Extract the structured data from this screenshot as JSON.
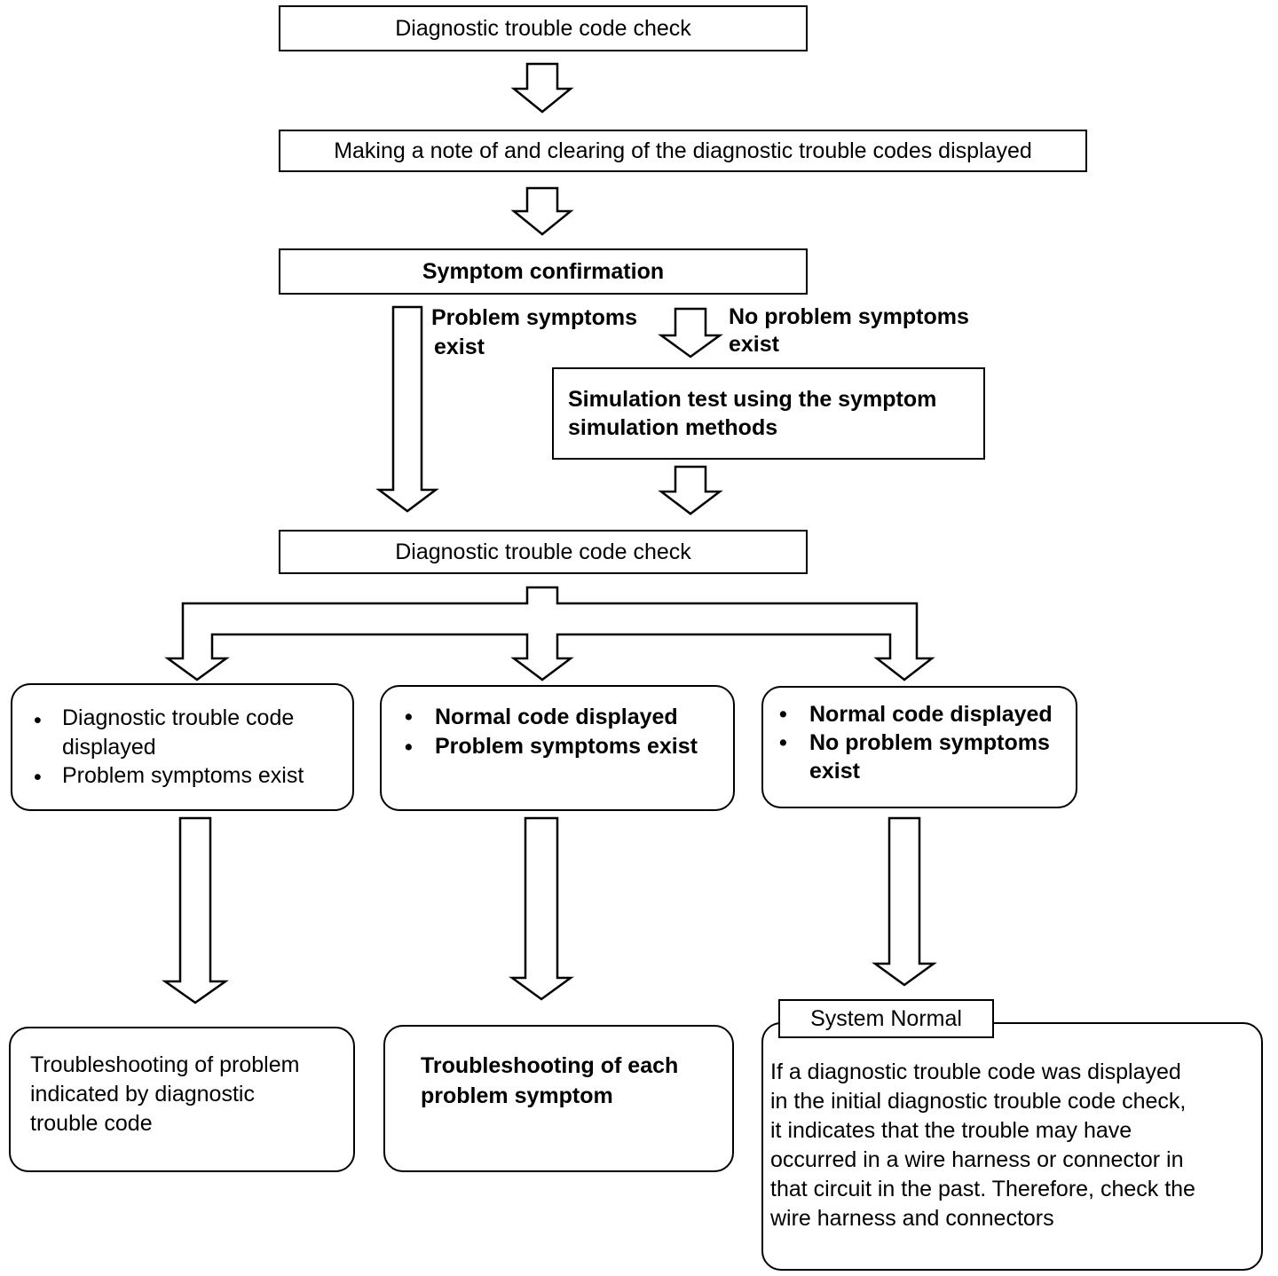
{
  "step1": "Diagnostic trouble code check",
  "step2": "Making a note of and clearing of the diagnostic trouble codes displayed",
  "step3": "Symptom confirmation",
  "branch_yes": [
    "Problem symptoms",
    "exist"
  ],
  "branch_no": [
    "No problem symptoms",
    "exist"
  ],
  "simulation": [
    "Simulation test using the symptom",
    "simulation methods"
  ],
  "step4": "Diagnostic trouble code check",
  "cases": [
    {
      "bullets": [
        [
          "Diagnostic trouble code",
          "displayed"
        ],
        [
          "Problem symptoms exist"
        ]
      ]
    },
    {
      "bullets": [
        [
          "Normal code displayed"
        ],
        [
          "Problem symptoms exist"
        ]
      ]
    },
    {
      "bullets": [
        [
          "Normal code displayed"
        ],
        [
          "No problem symptoms",
          "exist"
        ]
      ]
    }
  ],
  "results": [
    [
      "Troubleshooting of problem",
      "indicated by diagnostic",
      "trouble code"
    ],
    [
      "Troubleshooting of each",
      "problem symptom"
    ]
  ],
  "system_normal": {
    "title": "System Normal",
    "lines": [
      "If a diagnostic trouble code was displayed",
      "in the initial diagnostic trouble code check,",
      "it indicates that the trouble may have",
      "occurred in a wire harness or connector in",
      "that circuit in the past. Therefore, check the",
      "wire harness and connectors"
    ]
  },
  "bullet_char": "•"
}
